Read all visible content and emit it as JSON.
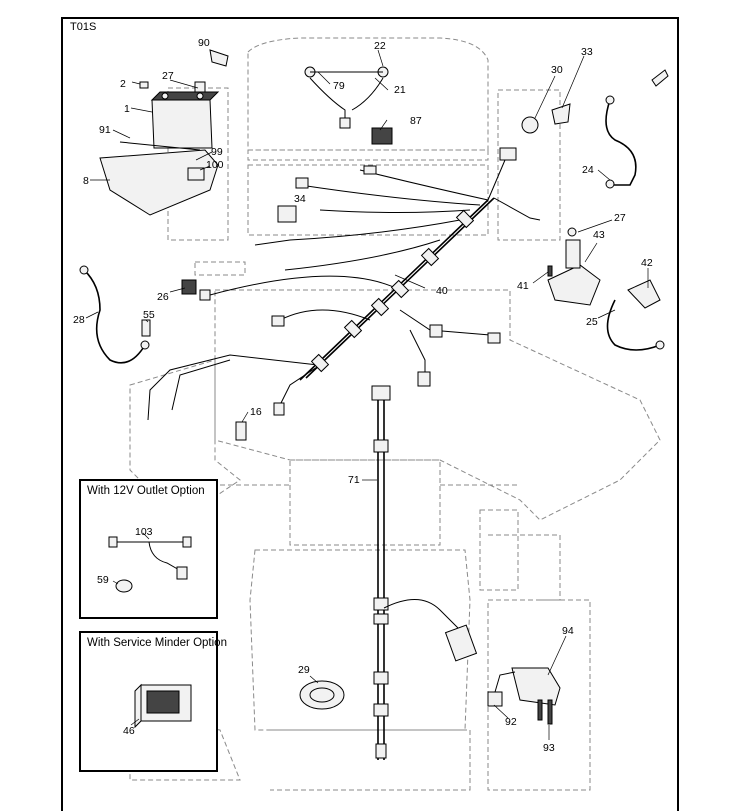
{
  "sheet_code": "T01S",
  "insets": {
    "outlet": {
      "title": "With 12V Outlet Option",
      "parts": [
        "103",
        "59"
      ]
    },
    "service": {
      "title": "With Service Minder Option",
      "parts": [
        "46"
      ]
    }
  },
  "callouts": {
    "c90": "90",
    "c22": "22",
    "c33": "33",
    "c27a": "27",
    "c2": "2",
    "c79": "79",
    "c21": "21",
    "c30": "30",
    "c1": "1",
    "c87": "87",
    "c91": "91",
    "c99": "99",
    "c100": "100",
    "c8": "8",
    "c24": "24",
    "c34": "34",
    "c27b": "27",
    "c43": "43",
    "c42": "42",
    "c26": "26",
    "c41": "41",
    "c40": "40",
    "c28": "28",
    "c55": "55",
    "c25": "25",
    "c16": "16",
    "c71": "71",
    "c103": "103",
    "c59": "59",
    "c94": "94",
    "c29": "29",
    "c46": "46",
    "c92": "92",
    "c93": "93"
  }
}
